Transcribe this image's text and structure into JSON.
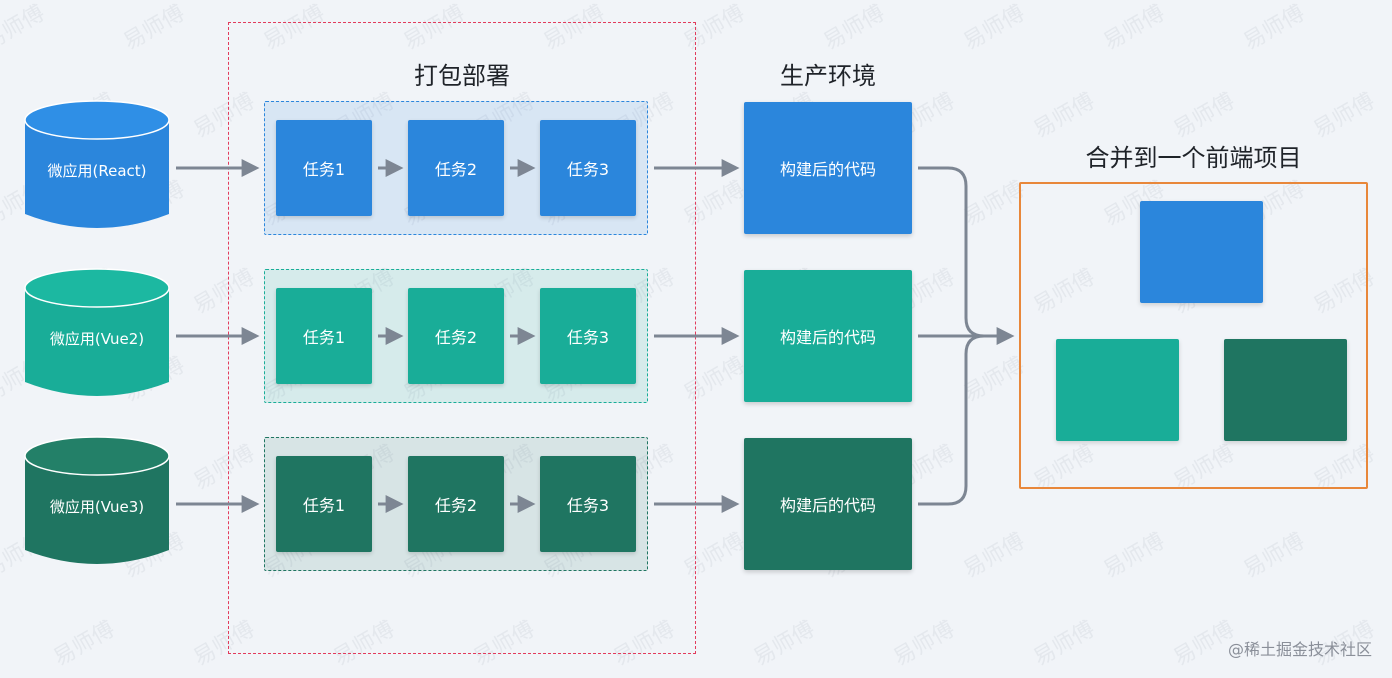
{
  "colors": {
    "react": "#2b86dc",
    "vue2": "#19ad98",
    "vue3": "#1f7561",
    "frame": "#e23b5c",
    "merge_border": "#e8873a",
    "arrow": "#7d8693"
  },
  "sections": {
    "pack_title": "打包部署",
    "prod_title": "生产环境",
    "merge_title": "合并到一个前端项目"
  },
  "apps": [
    {
      "label": "微应用(React)",
      "color": "#2b86dc"
    },
    {
      "label": "微应用(Vue2)",
      "color": "#19ad98"
    },
    {
      "label": "微应用(Vue3)",
      "color": "#1f7561"
    }
  ],
  "tasks": [
    "任务1",
    "任务2",
    "任务3"
  ],
  "build_label": "构建后的代码",
  "watermark": "易师傅",
  "credit": "@稀土掘金技术社区"
}
